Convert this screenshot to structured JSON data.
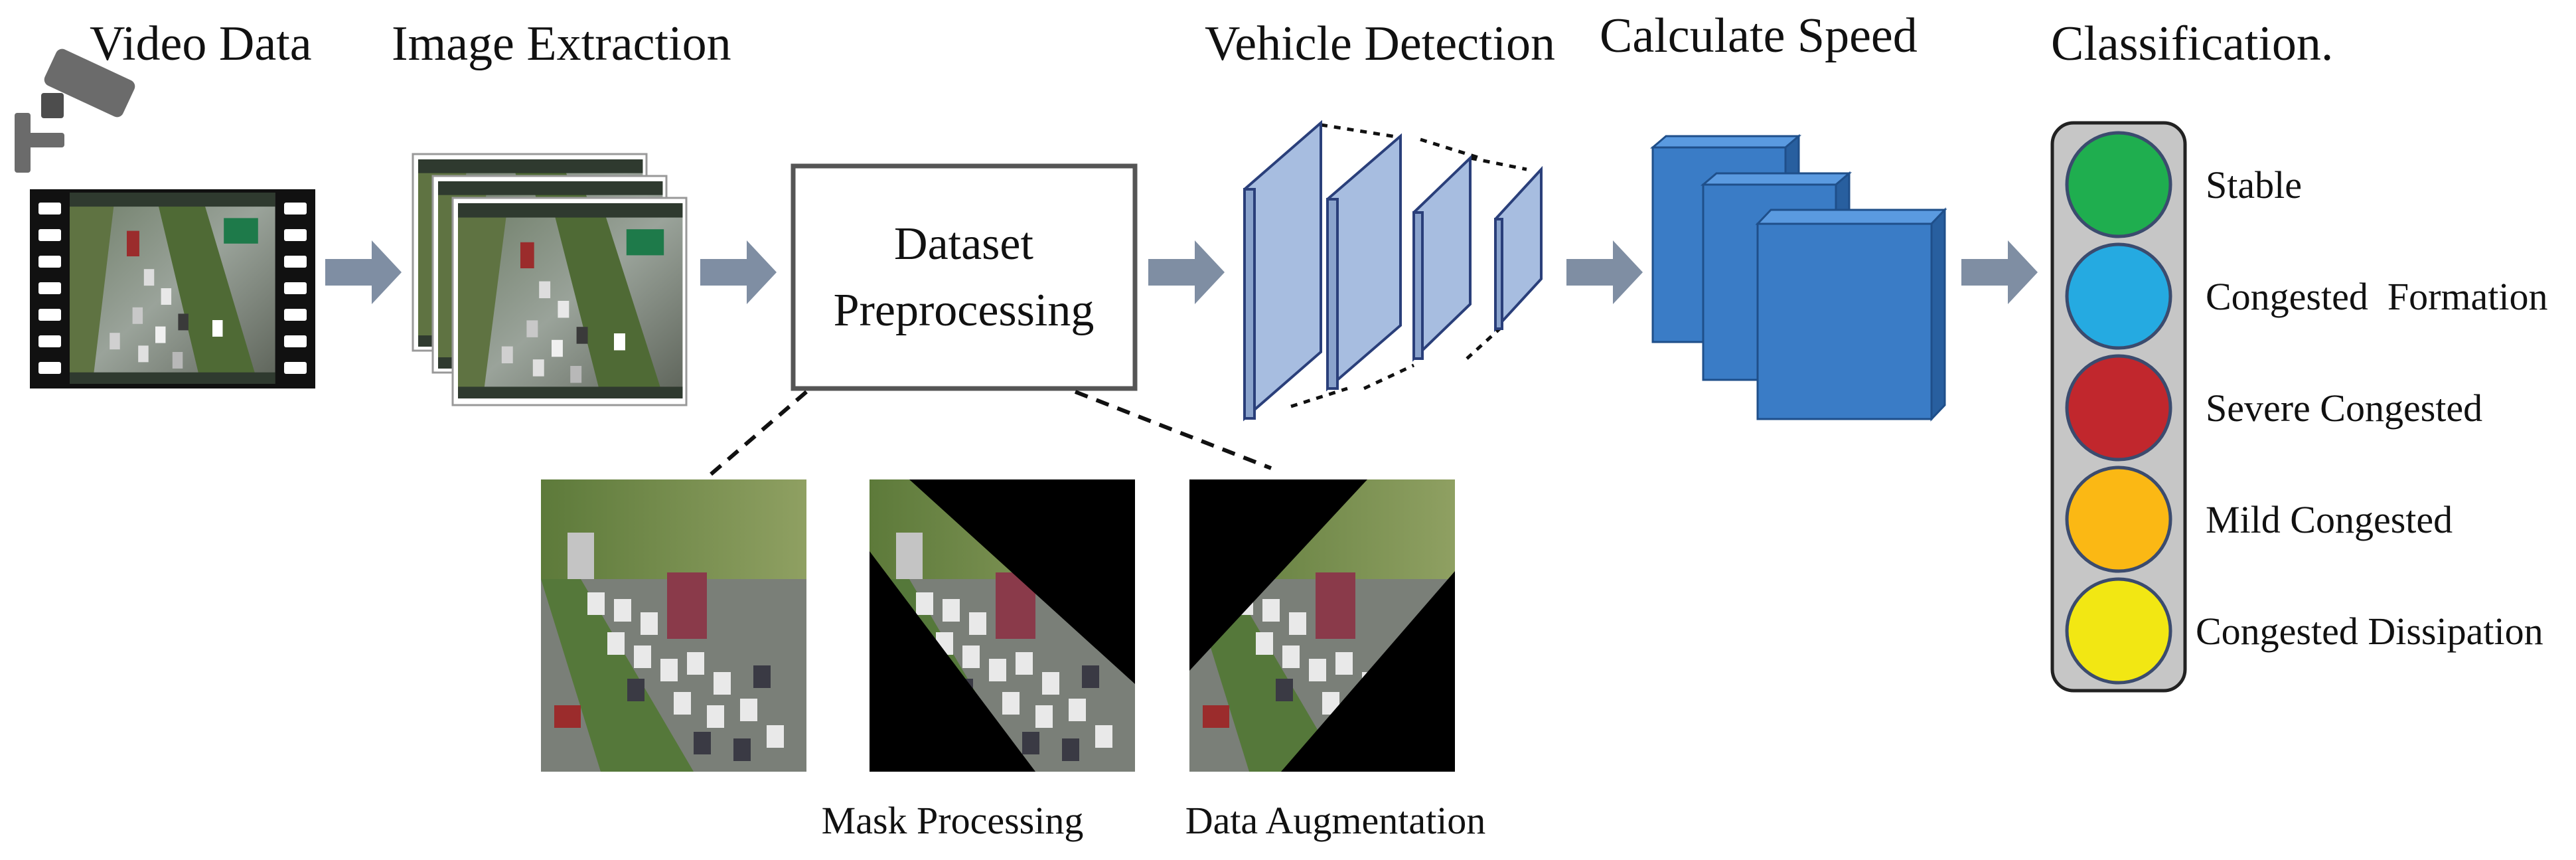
{
  "stages": {
    "video": "Video Data",
    "extraction": "Image Extraction",
    "detection": "Vehicle Detection",
    "speed": "Calculate Speed",
    "classification": "Classification."
  },
  "preprocessing": {
    "line1": "Dataset",
    "line2": "Preprocessing",
    "mask_label": "Mask Processing",
    "augmentation_label": "Data Augmentation"
  },
  "classes": [
    {
      "label": "Stable",
      "color": "#1fae4f"
    },
    {
      "label": "Congested  Formation",
      "color": "#25aae1"
    },
    {
      "label": "Severe Congested",
      "color": "#c1272d"
    },
    {
      "label": "Mild Congested",
      "color": "#fbb814"
    },
    {
      "label": "Congested Dissipation",
      "color": "#f2e713"
    }
  ],
  "colors": {
    "arrow": "#7f8ea3",
    "cnn_layer": "#a7bde0",
    "speed_block": "#3a7cc6",
    "panel": "#c6c6c6"
  },
  "icons": [
    "camera-icon",
    "film-strip-icon",
    "traffic-frame-image"
  ]
}
